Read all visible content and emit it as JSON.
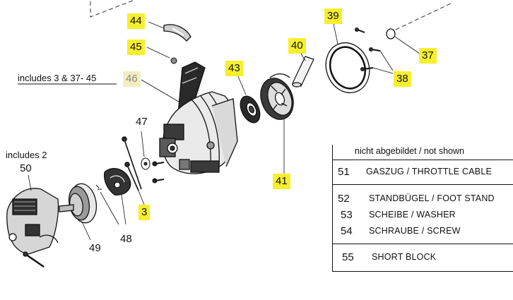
{
  "diagram": {
    "includes_note_1": "includes  3 & 37- 45",
    "includes_note_2": "includes 2",
    "callouts": {
      "c44": "44",
      "c45": "45",
      "c46": "46",
      "c43": "43",
      "c40": "40",
      "c39": "39",
      "c37": "37",
      "c38": "38",
      "c41": "41",
      "c47": "47",
      "c50": "50",
      "c3": "3",
      "c48": "48",
      "c49": "49"
    },
    "legend": {
      "header": "nicht abgebildet / not shown",
      "items": [
        {
          "num": "51",
          "text": "GASZUG / THROTTLE CABLE"
        },
        {
          "num": "52",
          "text": "STANDBÜGEL / FOOT STAND"
        },
        {
          "num": "53",
          "text": "SCHEIBE / WASHER"
        },
        {
          "num": "54",
          "text": "SCHRAUBE / SCREW"
        },
        {
          "num": "55",
          "text": "SHORT BLOCK"
        }
      ]
    },
    "colors": {
      "highlight": "#f6ef2e",
      "highlight_pale": "#f3eec0",
      "line": "#111111"
    }
  }
}
